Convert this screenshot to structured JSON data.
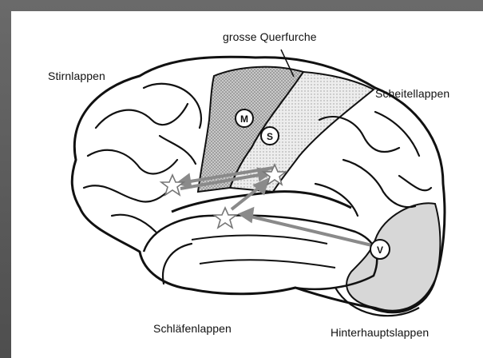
{
  "labels": {
    "frontal": "Stirnlappen",
    "central_sulcus": "grosse Querfurche",
    "parietal": "Scheitellappen",
    "temporal": "Schläfenlappen",
    "occipital": "Hinterhauptslappen"
  },
  "areas": {
    "motor": "M",
    "sensory": "S",
    "visual": "V"
  }
}
